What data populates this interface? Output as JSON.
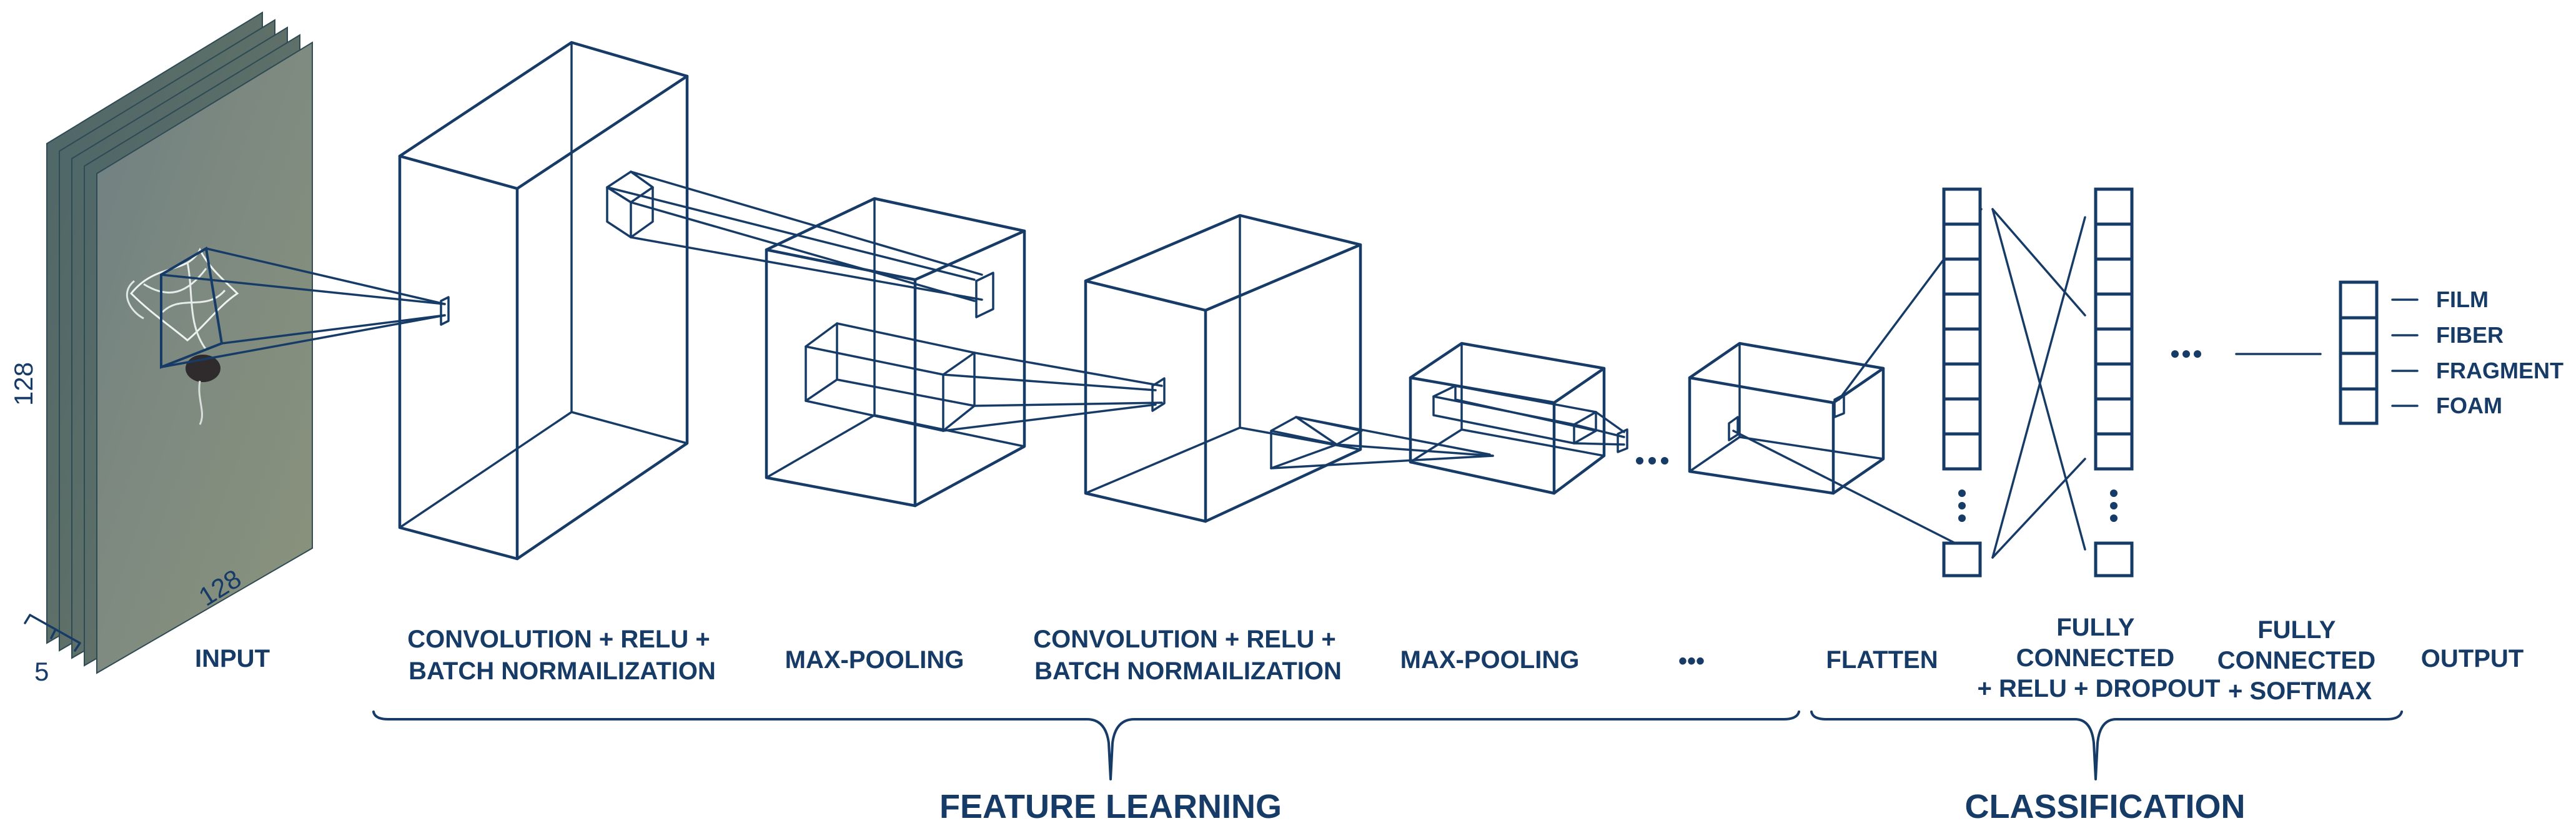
{
  "diagram": {
    "input_dims": {
      "height": "128",
      "width": "128",
      "channels": "5"
    },
    "stage_labels": {
      "input": "INPUT",
      "conv1": [
        "CONVOLUTION + RELU +",
        "BATCH NORMAILIZATION"
      ],
      "pool1": "MAX-POOLING",
      "conv2": [
        "CONVOLUTION + RELU +",
        "BATCH NORMAILIZATION"
      ],
      "pool2": "MAX-POOLING",
      "ellipsis": "•••",
      "flatten": "FLATTEN",
      "fc1": [
        "FULLY",
        "CONNECTED",
        "+ RELU + DROPOUT"
      ],
      "fc2": [
        "FULLY",
        "CONNECTED",
        "+ SOFTMAX"
      ],
      "output": "OUTPUT"
    },
    "sections": {
      "feature_learning": "FEATURE LEARNING",
      "classification": "CLASSIFICATION"
    },
    "output_classes": [
      "FILM",
      "FIBER",
      "FRAGMENT",
      "FOAM"
    ],
    "colors": {
      "stroke": "#173b67",
      "photo_dark": "#4f6a6e",
      "photo_light": "#8c9885"
    }
  }
}
